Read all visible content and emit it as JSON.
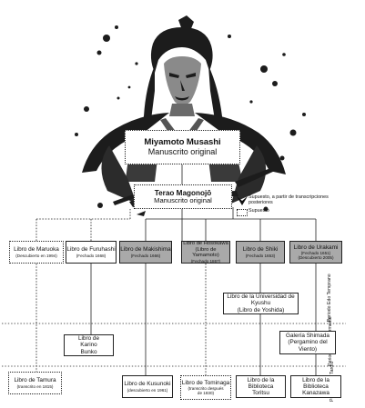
{
  "top_node": {
    "title": "Miyamoto Musashi",
    "subtitle": "Manuscrito original"
  },
  "second_node": {
    "title": "Terao Magonojō",
    "subtitle": "Manuscrito original"
  },
  "legend": {
    "supposed": "Supuesto, a partir de transcripciones posteriores",
    "assumed": "Supuesto"
  },
  "level1": {
    "maruoka": {
      "title": "Libro de Maruoka",
      "note": "(Descubierto en 1994)"
    },
    "furuhashi": {
      "title": "Libro de Furuhashi",
      "note": "(Fechado 1668)"
    },
    "makishima": {
      "title": "Libro de Makishima",
      "note": "(Fechado 1666)"
    },
    "hosokawa": {
      "title": "Libro de Hosokawa (Libro de Yamamoto)",
      "note": "(Fechado 1867)"
    },
    "shiki": {
      "title": "Libro de Shiki",
      "note": "(Fechado 1653)"
    },
    "urakami": {
      "title": "Libro de Urakami",
      "note1": "(Fechado 1651)",
      "note2": "(Descubierto 2005)"
    }
  },
  "mid_nodes": {
    "kyushu": {
      "title": "Libro de la Universidad de Kyushu",
      "sub": "(Libro de Yoshida)"
    },
    "karino": {
      "title": "Libro de Karino Bunko"
    },
    "shimada": {
      "title": "Galería Shimada",
      "sub": "(Pergamino del Viento)"
    }
  },
  "bottom_nodes": {
    "tamura": {
      "title": "Libro de Tamura",
      "note": "(transcrito en 1815)"
    },
    "kusunoki": {
      "title": "Libro de Kusunoki",
      "note": "(descubierto en 1961)"
    },
    "tominaga": {
      "title": "Libro de Tominaga",
      "note": "(transcrito después de 1830)"
    },
    "toritsu": {
      "title": "Libro de la Biblioteca Toritsu"
    },
    "kanazawa": {
      "title": "Libro de la Biblioteca Kanazawa"
    }
  },
  "periods": {
    "early": "Periodo Edo Temprano",
    "middle": "Periodo Edo Intermedio",
    "late": "Periodo Edo Tardío"
  }
}
